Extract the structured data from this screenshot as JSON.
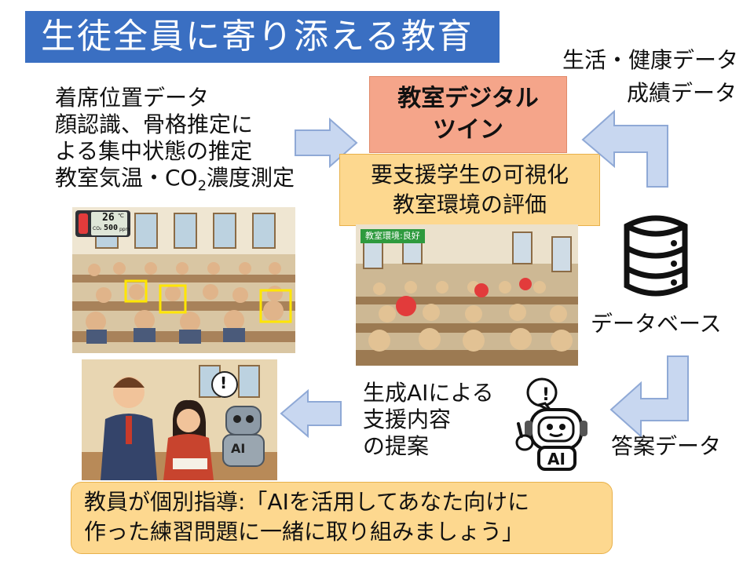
{
  "title": "生徒全員に寄り添える教育",
  "left_sensors": {
    "lines": [
      "着席位置データ",
      "顔認識、骨格推定に",
      "よる集中状態の推定"
    ],
    "line4_prefix": "教室気温・CO",
    "line4_sub": "2",
    "line4_suffix": "濃度測定"
  },
  "digital_twin": {
    "line1": "教室デジタル",
    "line2": "ツイン"
  },
  "twin_outputs": {
    "line1": "要支援学生の可視化",
    "line2": "教室環境の評価"
  },
  "top_right_labels": {
    "line1": "生活・健康データ",
    "line2": "成績データ"
  },
  "database_label": "データベース",
  "answer_label": "答案データ",
  "ai_suggestion": {
    "line1": "生成AIによる",
    "line2": "支援内容",
    "line3": "の提案"
  },
  "teacher_instruction": {
    "line1": "教員が個別指導:「AIを活用してあなた向けに",
    "line2": "作った練習問題に一緒に取り組みましょう」"
  },
  "thermometer": {
    "temp": "26",
    "unit": "℃",
    "co2_label": "CO₂",
    "co2_value": "500",
    "co2_unit": "ppm"
  },
  "environment_badge": "教室環境:良好",
  "robot_label": "AI",
  "exclamation": "!",
  "colors": {
    "title_bg": "#3a6fc2",
    "twin_bg": "#f5a58a",
    "output_bg": "#fdd88f",
    "arrow_fill": "#c8d7f0",
    "arrow_stroke": "#8fa9d6",
    "detect_box": "#ffe600",
    "alert_face": "#e23b3b",
    "badge_bg": "#2e9a3e"
  }
}
